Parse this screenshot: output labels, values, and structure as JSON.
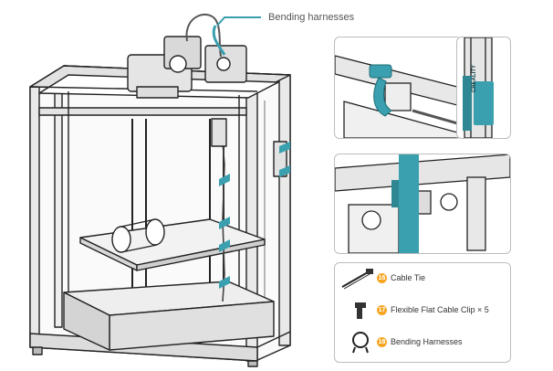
{
  "callout_label": "Bending harnesses",
  "accent_color": "#3a9fae",
  "legend": {
    "items": [
      {
        "number": "16",
        "label": "Cable Tie",
        "icon": "cable-tie-icon"
      },
      {
        "number": "17",
        "label": "Flexible Flat Cable Clip × 5",
        "icon": "cable-clip-icon"
      },
      {
        "number": "18",
        "label": "Bending Harnesses",
        "icon": "bending-harness-icon"
      }
    ]
  },
  "detail_top_right_label": "CREALITY"
}
